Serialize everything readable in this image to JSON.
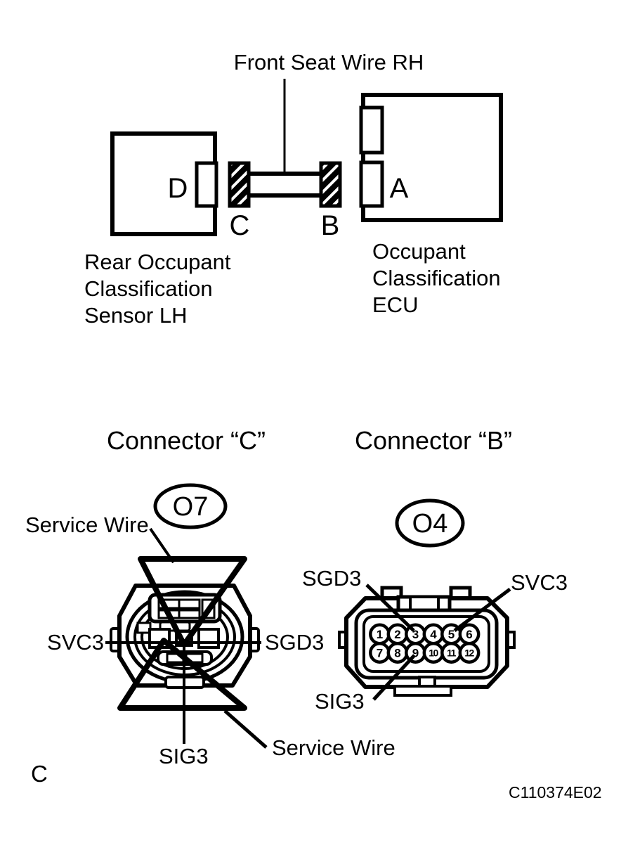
{
  "top_diagram": {
    "title": "Front Seat Wire RH",
    "sensor": {
      "letter": "D",
      "caption": [
        "Rear Occupant",
        "Classification",
        "Sensor LH"
      ]
    },
    "ecu": {
      "letter": "A",
      "caption": [
        "Occupant",
        "Classification",
        "ECU"
      ]
    },
    "plug_c_letter": "C",
    "plug_b_letter": "B"
  },
  "connector_c": {
    "title": "Connector “C”",
    "badge": "O7",
    "labels": {
      "service_wire_top": "Service Wire",
      "svc3": "SVC3",
      "sgd3": "SGD3",
      "sig3": "SIG3",
      "service_wire_bottom": "Service Wire"
    }
  },
  "connector_b": {
    "title": "Connector “B”",
    "badge": "O4",
    "labels": {
      "sgd3": "SGD3",
      "svc3": "SVC3",
      "sig3": "SIG3"
    },
    "pins": [
      "1",
      "2",
      "3",
      "4",
      "5",
      "6",
      "7",
      "8",
      "9",
      "10",
      "11",
      "12"
    ]
  },
  "footer": {
    "section_letter": "C",
    "figure_code": "C110374E02"
  },
  "colors": {
    "ink": "#000000",
    "paper": "#ffffff"
  }
}
